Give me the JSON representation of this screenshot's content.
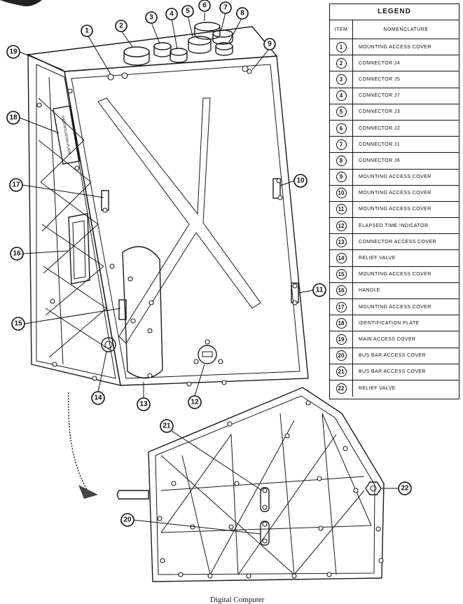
{
  "legend": {
    "title": "LEGEND",
    "col_item": "ITEM",
    "col_name": "NOMENCLATURE",
    "rows": [
      {
        "item": "1",
        "name": "Mounting Access Cover"
      },
      {
        "item": "2",
        "name": "Connector J4"
      },
      {
        "item": "3",
        "name": "Connector J5"
      },
      {
        "item": "4",
        "name": "Connector J7"
      },
      {
        "item": "5",
        "name": "Connector J3"
      },
      {
        "item": "6",
        "name": "Connector J2"
      },
      {
        "item": "7",
        "name": "Connector J1"
      },
      {
        "item": "8",
        "name": "Connector J6"
      },
      {
        "item": "9",
        "name": "Mounting Access Cover"
      },
      {
        "item": "10",
        "name": "Mounting Access Cover"
      },
      {
        "item": "11",
        "name": "Mounting Access Cover"
      },
      {
        "item": "12",
        "name": "Elapsed Time Indicator"
      },
      {
        "item": "13",
        "name": "Connector Access Cover"
      },
      {
        "item": "14",
        "name": "Relief Valve"
      },
      {
        "item": "15",
        "name": "Mounting Access Cover"
      },
      {
        "item": "16",
        "name": "Handle"
      },
      {
        "item": "17",
        "name": "Mounting Access Cover"
      },
      {
        "item": "18",
        "name": "Identification Plate"
      },
      {
        "item": "19",
        "name": "Main Access Cover"
      },
      {
        "item": "20",
        "name": "Bus Bar Access Cover"
      },
      {
        "item": "21",
        "name": "Bus Bar Access Cover"
      },
      {
        "item": "22",
        "name": "Relief Valve"
      }
    ]
  },
  "callouts": [
    "1",
    "2",
    "3",
    "4",
    "5",
    "6",
    "7",
    "8",
    "9",
    "10",
    "11",
    "12",
    "13",
    "14",
    "15",
    "16",
    "17",
    "18",
    "19",
    "20",
    "21",
    "22"
  ],
  "plate_text": "IDENTIFICATION PLATE",
  "caption": "Digital Computer"
}
